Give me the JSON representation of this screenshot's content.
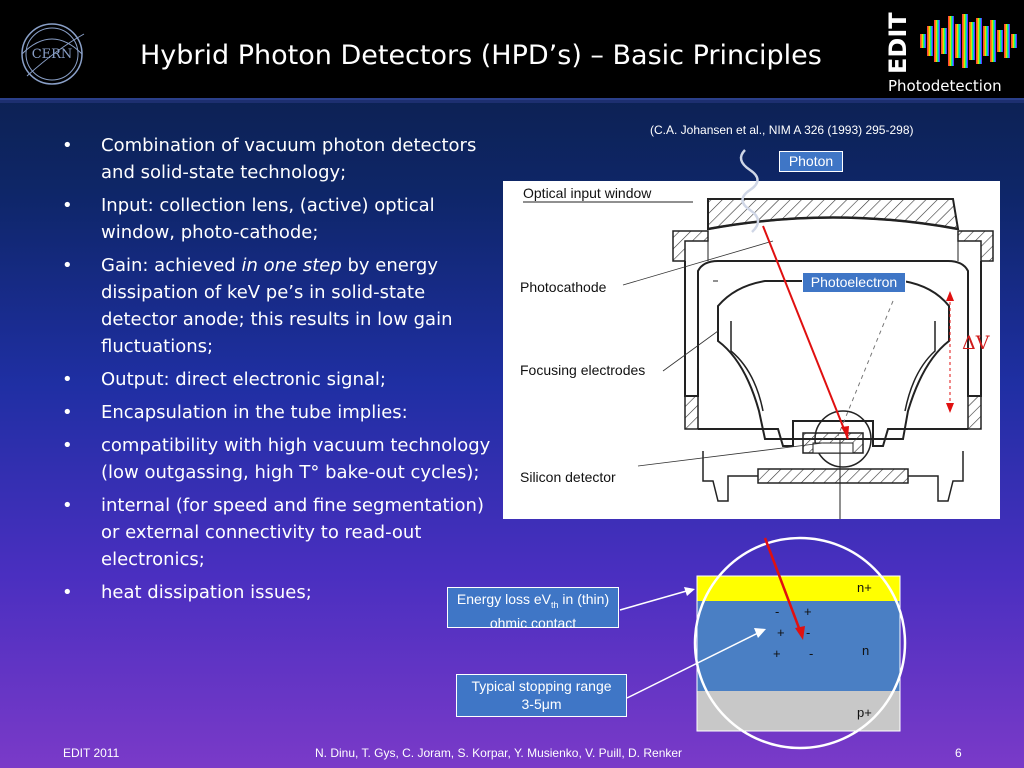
{
  "header": {
    "title": "Hybrid Photon Detectors (HPD’s) – Basic Principles",
    "logo_text": "CERN",
    "edit_mark": "EDIT",
    "section": "Photodetection"
  },
  "bullets": [
    {
      "text": "Combination of vacuum photon detectors and solid-state technology;"
    },
    {
      "text": "Input: collection lens, (active) optical window, photo-cathode;"
    },
    {
      "pre": "Gain: achieved ",
      "em": "in one step",
      "post": " by energy dissipation of keV pe’s in solid-state detector anode; this results in low gain fluctuations;"
    },
    {
      "text": "Output: direct electronic signal;"
    },
    {
      "text": "Encapsulation in the tube implies:"
    },
    {
      "text": "compatibility with high vacuum technology (low outgassing, high T° bake-out cycles);"
    },
    {
      "text": "internal (for speed and fine segmentation) or external connectivity to read-out electronics;"
    },
    {
      "text": "heat dissipation issues;"
    }
  ],
  "bullet_symbol": "•",
  "figure": {
    "citation": "(C.A. Johansen et al., NIM A 326 (1993) 295-298)",
    "photon_label": "Photon",
    "optical_window_label": "Optical input window",
    "photocathode_label": "Photocathode",
    "photoelectron_label": "Photoelectron",
    "delta_v_label": "ΔV",
    "focusing_label": "Focusing electrodes",
    "silicon_label": "Silicon detector"
  },
  "detail": {
    "n_plus": "n+",
    "n": "n",
    "p_plus": "p+",
    "charges": [
      "-",
      "+",
      "+",
      "-",
      "+",
      "-"
    ],
    "energy_loss_pre": "Energy loss eV",
    "energy_loss_sub": "th",
    "energy_loss_post": " in (thin) ohmic contact",
    "stopping_range_line1": "Typical stopping range",
    "stopping_range_line2": "3-5μm"
  },
  "footer": {
    "left": "EDIT 2011",
    "center": "N. Dinu, T. Gys, C. Joram, S. Korpar, Y. Musienko, V. Puill, D. Renker",
    "page": "6"
  },
  "colors": {
    "n_plus_layer": "#ffff00",
    "n_layer": "#4a7fc4",
    "p_plus_layer": "#c8c8c8",
    "electron_track": "#e01010",
    "callout_fill": "#3f76c6"
  }
}
